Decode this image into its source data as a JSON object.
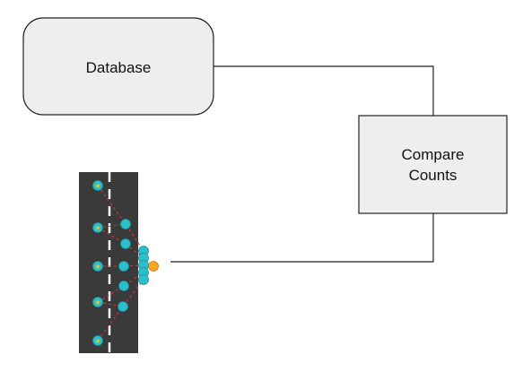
{
  "diagram": {
    "nodes": [
      {
        "id": "database",
        "label": "Database",
        "shape": "rounded-rect",
        "fill": "#eeeeee",
        "stroke": "#222222"
      },
      {
        "id": "compare",
        "label": "Compare\nCounts",
        "shape": "rect",
        "fill": "#eeeeee",
        "stroke": "#222222"
      }
    ],
    "edges": [
      {
        "from": "database",
        "to": "compare",
        "style": "plain-line"
      },
      {
        "from": "road-illustration",
        "to": "compare",
        "style": "plain-line"
      }
    ],
    "illustration": {
      "name": "road-vehicle-clusters",
      "road_color": "#3a3a3a",
      "lane_marking_color": "#ffffff",
      "node_color": "#2bbfcc",
      "star_node_fill": "#2bbfcc",
      "star_color": "#f5c518",
      "highlight_node_color": "#f5a623",
      "dashed_link_color": "#d9363e"
    },
    "colors": {
      "line": "#222222"
    }
  }
}
